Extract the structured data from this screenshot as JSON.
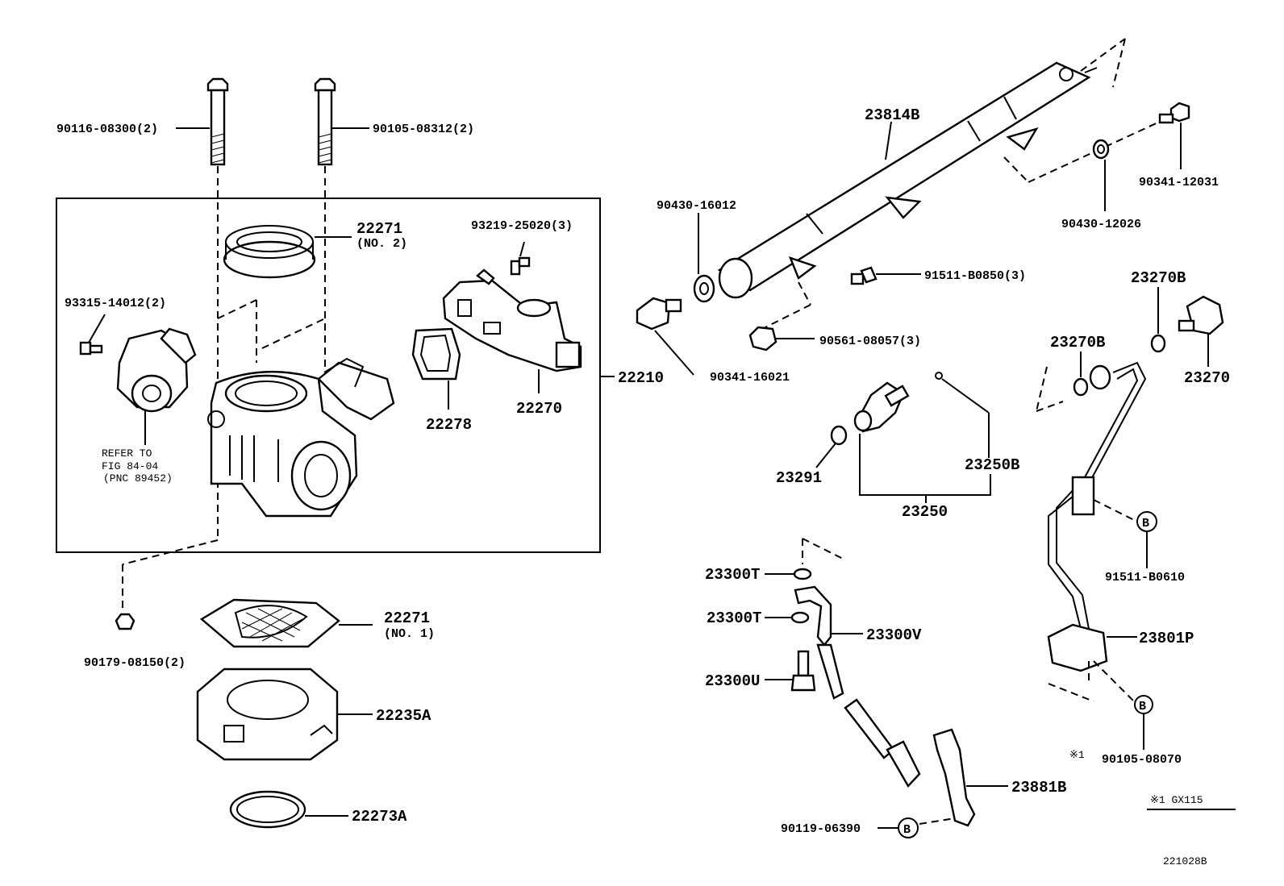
{
  "labels": {
    "p90116_08300": "90116-08300(2)",
    "p90105_08312": "90105-08312(2)",
    "p22271_no2": "22271",
    "p22271_no2_sub": "(NO. 2)",
    "p93219_25020": "93219-25020(3)",
    "p93315_14012": "93315-14012(2)",
    "p22210": "22210",
    "p22278": "22278",
    "p22270": "22270",
    "refer_line1": "REFER TO",
    "refer_line2": "FIG 84-04",
    "refer_line3": "(PNC 89452)",
    "p90179_08150": "90179-08150(2)",
    "p22271_no1": "22271",
    "p22271_no1_sub": "(NO. 1)",
    "p22235A": "22235A",
    "p22273A": "22273A",
    "p23814B": "23814B",
    "p90430_16012": "90430-16012",
    "p90341_16021": "90341-16021",
    "p91511_B0850": "91511-B0850(3)",
    "p90561_08057": "90561-08057(3)",
    "p90341_12031": "90341-12031",
    "p90430_12026": "90430-12026",
    "p23270B_a": "23270B",
    "p23270B_b": "23270B",
    "p23270": "23270",
    "p23291": "23291",
    "p23250B": "23250B",
    "p23250": "23250",
    "p91511_B0610": "91511-B0610",
    "p23801P": "23801P",
    "p90105_08070": "90105-08070",
    "mark_x1": "※1",
    "p23300T_a": "23300T",
    "p23300T_b": "23300T",
    "p23300V": "23300V",
    "p23300U": "23300U",
    "p23881B": "23881B",
    "p90119_06390": "90119-06390",
    "callout_b1": "B",
    "callout_b2": "B",
    "callout_b3": "B",
    "footnote": "※1  GX115",
    "figure_id": "221028B"
  }
}
